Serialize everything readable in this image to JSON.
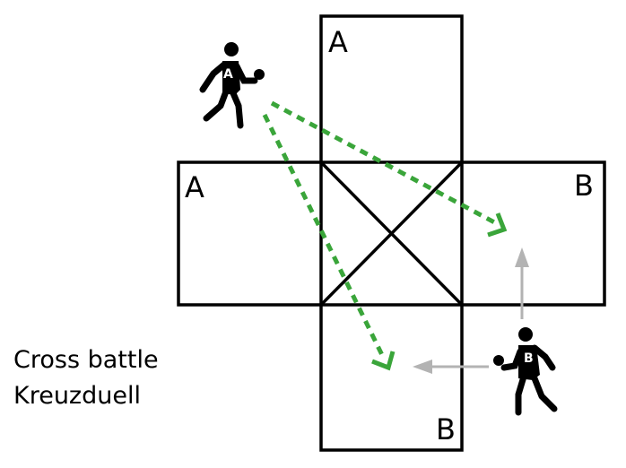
{
  "zones": {
    "top": "A",
    "left": "A",
    "right": "B",
    "bottom": "B"
  },
  "players": {
    "a": "A",
    "b": "B"
  },
  "caption": {
    "line1": "Cross battle",
    "line2": "Kreuzduell"
  },
  "colors": {
    "shot": "#3aa53a",
    "move": "#b3b3b3",
    "lines": "#000000"
  },
  "icons": [
    "player-a-icon",
    "player-b-icon",
    "dashed-shot-arrow",
    "movement-arrow"
  ]
}
